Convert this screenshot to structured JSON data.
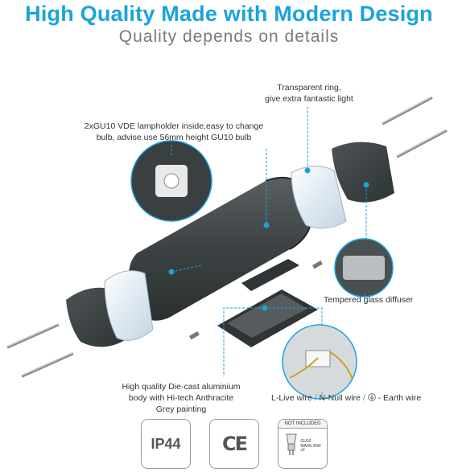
{
  "header": {
    "title": "High Quality Made with Modern Design",
    "subtitle": "Quality depends on details"
  },
  "callouts": {
    "transparent_ring_line1": "Transparent ring,",
    "transparent_ring_line2": "give extra fantastic light",
    "lampholder_line1": "2xGU10 VDE lampholder inside,easy to change",
    "lampholder_line2": "bulb, advise use 56mm  height GU10 bulb",
    "diffuser": "Tempered glass diffuser",
    "body_line1": "High quality Die-cast aluminium",
    "body_line2": "body with Hi-tech Anthracite",
    "body_line3": "Grey painting",
    "wire_live": "L-Live wire",
    "wire_sep": "/",
    "wire_null": "N-Null wire",
    "wire_earth": "- Earth wire"
  },
  "badges": {
    "ip": "IP44",
    "ce": "CE",
    "bulb_header": "NOT INCLUDED",
    "bulb_spec": "GU10\nMAX8.35W\nx2"
  },
  "colors": {
    "accent": "#1aa3dd",
    "callout_line": "#1aa3dd",
    "body": "#3c4243",
    "subtitle": "#7a7a7a"
  },
  "icons": [
    "earth-ground-icon",
    "bulb-icon",
    "ce-mark-icon"
  ]
}
